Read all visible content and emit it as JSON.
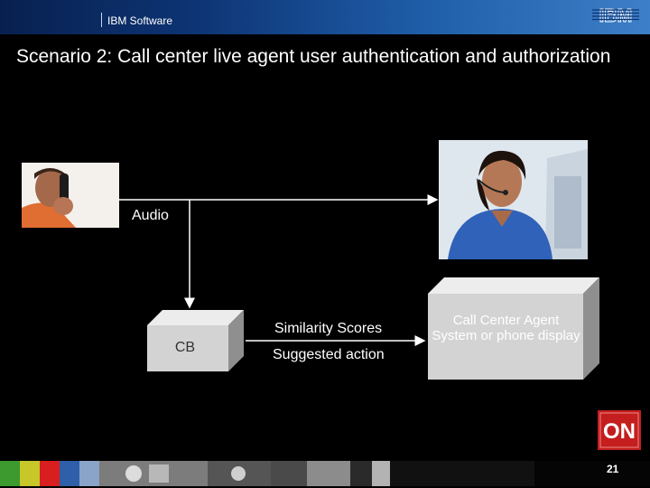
{
  "header": {
    "app_title": "IBM Software",
    "logo_text": "IBM"
  },
  "slide": {
    "title": "Scenario 2: Call center live agent user authentication and authorization",
    "page_number": "21"
  },
  "diagram": {
    "audio_label": "Audio",
    "cb_label": "CB",
    "similarity_label": "Similarity Scores",
    "action_label": "Suggested action",
    "agent_system_label": "Call Center Agent System or phone display"
  },
  "badge": {
    "text": "ON"
  },
  "colors": {
    "header_dark": "#08204f",
    "header_light": "#3d7fc8",
    "box_face": "#d3d3d3",
    "badge_red": "#c41e1e"
  }
}
